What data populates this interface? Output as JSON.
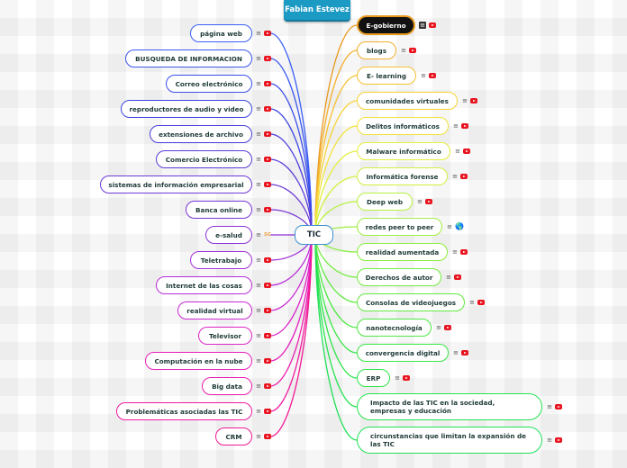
{
  "title": "Fabian Estevez",
  "center": {
    "label": "TIC",
    "border_color": "#3b8fcf"
  },
  "left_nodes": [
    {
      "label": "página web",
      "color": "#3a5ff5",
      "icon": "youtube-icon"
    },
    {
      "label": "BUSQUEDA DE INFORMACION",
      "color": "#3b57f0",
      "icon": "youtube-icon"
    },
    {
      "label": "Correo electrónico",
      "color": "#3a4ee8",
      "icon": "youtube-icon"
    },
    {
      "label": "reproductores de audio y video",
      "color": "#3c45e2",
      "icon": "youtube-icon"
    },
    {
      "label": "extensiones de archivo",
      "color": "#4b3fdc",
      "icon": "youtube-icon"
    },
    {
      "label": "Comercio Electrónico",
      "color": "#5a3ad8",
      "icon": "youtube-icon"
    },
    {
      "label": "sistemas de información empresarial",
      "color": "#6a38d8",
      "icon": "youtube-icon"
    },
    {
      "label": "Banca online",
      "color": "#7a35d8",
      "icon": "youtube-icon"
    },
    {
      "label": "e-salud",
      "color": "#8c33d8",
      "icon": "sc-icon",
      "icon_text": "SC"
    },
    {
      "label": "Teletrabajo",
      "color": "#a030d8",
      "icon": "youtube-icon"
    },
    {
      "label": "Internet de las cosas",
      "color": "#b82cd8",
      "icon": "youtube-icon"
    },
    {
      "label": "realidad virtual",
      "color": "#cc28d4",
      "icon": "youtube-icon"
    },
    {
      "label": "Televisor",
      "color": "#dc24c8",
      "icon": "youtube-icon"
    },
    {
      "label": "Computación en la nube",
      "color": "#e620bc",
      "icon": "youtube-icon"
    },
    {
      "label": "Big data",
      "color": "#ec1cae",
      "icon": "youtube-icon"
    },
    {
      "label": "Problemáticas asociadas las TIC",
      "color": "#f01aa0",
      "icon": "youtube-icon"
    },
    {
      "label": "CRM",
      "color": "#f21894",
      "icon": "youtube-icon"
    }
  ],
  "right_nodes": [
    {
      "label": "E-gobierno",
      "color": "#e79a1e",
      "icon": "youtube-icon",
      "selected": true
    },
    {
      "label": "blogs",
      "color": "#f3ad2a",
      "icon": "youtube-icon"
    },
    {
      "label": "E- learning",
      "color": "#f6c030",
      "icon": "youtube-icon"
    },
    {
      "label": "comunidades virtuales",
      "color": "#f7d335",
      "icon": "youtube-icon"
    },
    {
      "label": "Delitos informáticos",
      "color": "#f2e23a",
      "icon": "youtube-icon"
    },
    {
      "label": "Malware informático",
      "color": "#e4ef3c",
      "icon": "youtube-icon"
    },
    {
      "label": "Informática forense",
      "color": "#cff03e",
      "icon": "youtube-icon"
    },
    {
      "label": "Deep web",
      "color": "#b8f040",
      "icon": "youtube-icon"
    },
    {
      "label": "redes peer to peer",
      "color": "#a0ef40",
      "icon": "globe-icon"
    },
    {
      "label": "realidad aumentada",
      "color": "#8aee40",
      "icon": "youtube-icon"
    },
    {
      "label": "Derechos de autor",
      "color": "#74ec40",
      "icon": "youtube-icon"
    },
    {
      "label": "Consolas de videojuegos",
      "color": "#60ea40",
      "icon": "youtube-icon"
    },
    {
      "label": "nanotecnología",
      "color": "#4ce842",
      "icon": "youtube-icon"
    },
    {
      "label": "convergencia digital",
      "color": "#3ae646",
      "icon": "youtube-icon"
    },
    {
      "label": "ERP",
      "color": "#2ee44a",
      "icon": "youtube-icon"
    },
    {
      "label": "Impacto de las TIC en la sociedad, empresas y educación",
      "color": "#28e250",
      "icon": "youtube-icon"
    },
    {
      "label": "circunstancias que limitan la expansión de las TIC",
      "color": "#22e058",
      "icon": "youtube-icon"
    }
  ],
  "icons": {
    "menu": "≡",
    "globe": "🌎"
  }
}
